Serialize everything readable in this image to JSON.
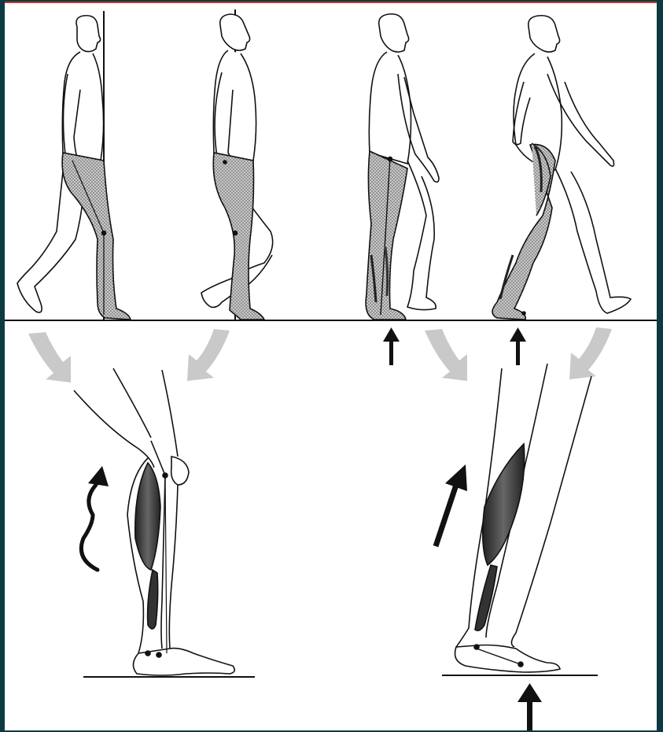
{
  "figure": {
    "top_row": {
      "stages": [
        "gait-stage-1",
        "gait-stage-2",
        "gait-stage-3",
        "gait-stage-4"
      ],
      "ground_reaction_arrows": 2,
      "transition_arrows": 4
    },
    "bottom_row": {
      "panels": [
        "leg-closeup-left",
        "leg-closeup-right"
      ]
    },
    "colors": {
      "background": "#0d3a40",
      "panel": "#ffffff",
      "ink": "#111111",
      "shading": "#7a7a7a",
      "transition_arrow": "#c9c9c9",
      "top_border": "#c0392b"
    }
  }
}
